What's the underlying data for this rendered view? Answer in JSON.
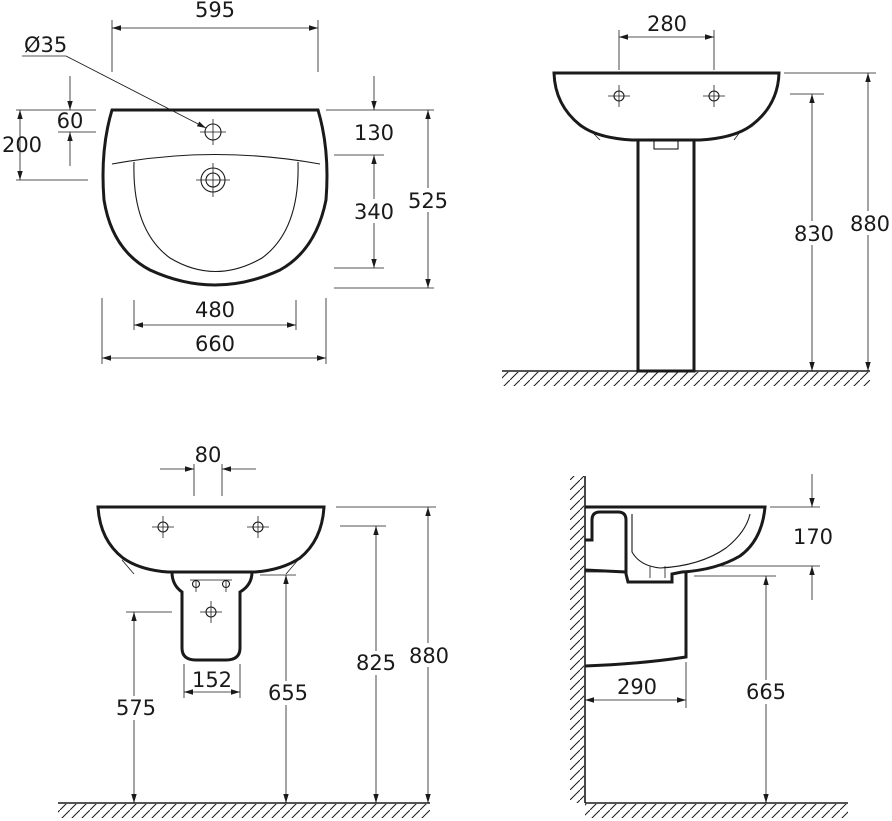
{
  "colors": {
    "ink": "#1a1a1a",
    "background": "#ffffff"
  },
  "views": {
    "front_top": {
      "dims": {
        "d595": "595",
        "d35": "Ø35",
        "d60": "60",
        "d200": "200",
        "d130": "130",
        "d340": "340",
        "d525": "525",
        "d480": "480",
        "d660": "660"
      }
    },
    "pedestal_front": {
      "dims": {
        "d280": "280",
        "d830": "830",
        "d880": "880"
      }
    },
    "semi_pedestal_front": {
      "dims": {
        "d80": "80",
        "d152": "152",
        "d575": "575",
        "d655": "655",
        "d825": "825",
        "d880": "880"
      }
    },
    "semi_pedestal_side": {
      "dims": {
        "d170": "170",
        "d290": "290",
        "d665": "665"
      }
    }
  }
}
